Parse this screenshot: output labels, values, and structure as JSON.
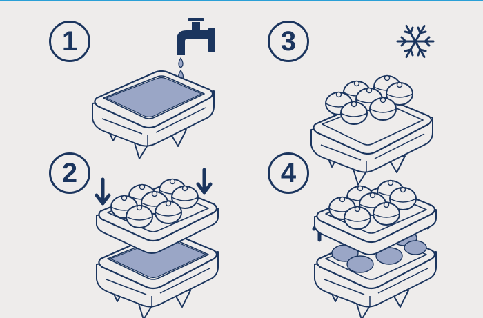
{
  "steps": [
    {
      "number": "1"
    },
    {
      "number": "2"
    },
    {
      "number": "3"
    },
    {
      "number": "4"
    }
  ],
  "colors": {
    "background": "#eeeceb",
    "ink": "#1b355e",
    "water": "#9aa6c6",
    "tray": "#eeeceb",
    "accent_line": "#2a9fd6"
  },
  "icons": [
    "faucet-icon",
    "water-drop-icon",
    "snowflake-icon",
    "arrow-down-icon",
    "arrow-up-icon",
    "ice-sphere-icon"
  ]
}
